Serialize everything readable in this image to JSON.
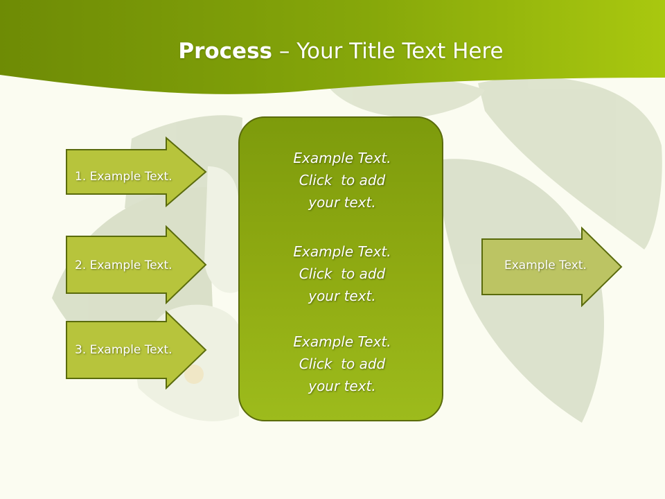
{
  "title": {
    "bold": "Process",
    "separator": " – ",
    "rest": "Your Title Text Here"
  },
  "inputs": [
    {
      "label": "1. Example Text."
    },
    {
      "label": "2. Example Text."
    },
    {
      "label": "3. Example Text."
    }
  ],
  "center": {
    "items": [
      {
        "line1": "Example Text.",
        "line2": "Click  to add",
        "line3": "your text."
      },
      {
        "line1": "Example Text.",
        "line2": "Click  to add",
        "line3": "your text."
      },
      {
        "line1": "Example Text.",
        "line2": "Click  to add",
        "line3": "your text."
      }
    ]
  },
  "output": {
    "label": "Example Text."
  },
  "colors": {
    "header_dark": "#6b8a04",
    "header_light": "#a6c60e",
    "input_arrow_fill": "#b7c43c",
    "output_arrow_fill": "#bcc463",
    "center_box_fill": "#8faa12",
    "outline": "#5a6b0c",
    "background": "#fbfcf1"
  }
}
